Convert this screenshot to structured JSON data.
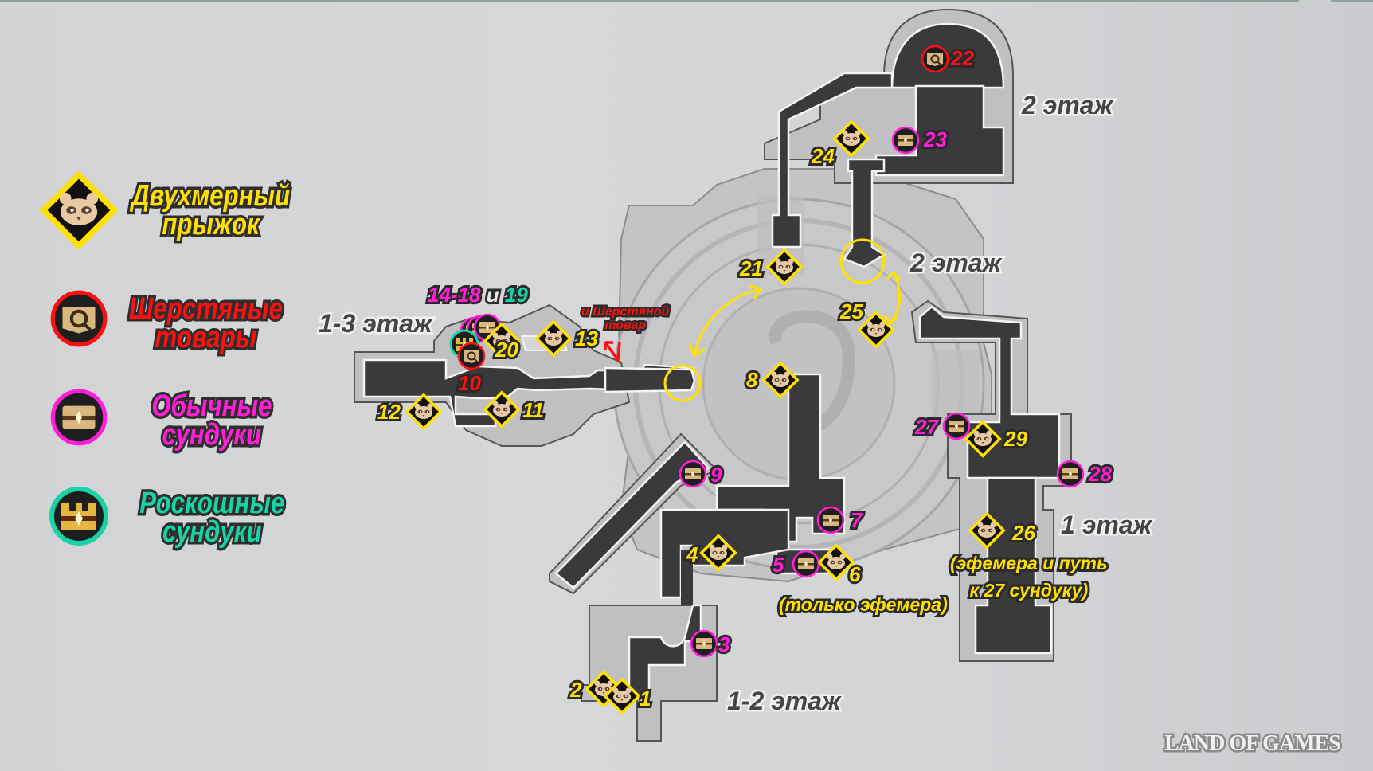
{
  "legend": {
    "items": [
      {
        "icon": "raccoon-diamond-icon",
        "label_line1": "Двухмерный",
        "label_line2": "прыжок",
        "color": "#ffe000"
      },
      {
        "icon": "wool-goods-icon",
        "label_line1": "Шерстяные",
        "label_line2": "товары",
        "color": "#ff1010"
      },
      {
        "icon": "common-chest-icon",
        "label_line1": "Обычные",
        "label_line2": "сундуки",
        "color": "#ff1fd6"
      },
      {
        "icon": "luxury-chest-icon",
        "label_line1": "Роскошные",
        "label_line2": "сундуки",
        "color": "#17d3a6"
      }
    ]
  },
  "floors": {
    "f_1_3": "1-3 этаж",
    "f_2_top": "2 этаж",
    "f_2_mid": "2 этаж",
    "f_1": "1 этаж",
    "f_1_2": "1-2 этаж"
  },
  "group_label": {
    "range": "14-18",
    "conj": "и",
    "lux": "19"
  },
  "notes": {
    "wool_note_line1": "и Шерстяной",
    "wool_note_line2": "товар",
    "only_ephemera": "(только эфемера)",
    "ephemera_path_line1": "(эфемера и путь",
    "ephemera_path_line2": "к 27 сундуку)"
  },
  "markers": {
    "m1": {
      "type": "2d-jump",
      "label": "1"
    },
    "m2": {
      "type": "2d-jump",
      "label": "2"
    },
    "m3": {
      "type": "common-chest",
      "label": "3"
    },
    "m4": {
      "type": "2d-jump",
      "label": "4"
    },
    "m5": {
      "type": "common-chest",
      "label": "5"
    },
    "m6": {
      "type": "2d-jump",
      "label": "6"
    },
    "m7": {
      "type": "common-chest",
      "label": "7"
    },
    "m8": {
      "type": "2d-jump",
      "label": "8"
    },
    "m9": {
      "type": "common-chest",
      "label": "9"
    },
    "m10": {
      "type": "wool-goods",
      "label": "10"
    },
    "m11": {
      "type": "2d-jump",
      "label": "11"
    },
    "m12": {
      "type": "2d-jump",
      "label": "12"
    },
    "m13": {
      "type": "2d-jump",
      "label": "13"
    },
    "m20": {
      "type": "2d-jump",
      "label": "20"
    },
    "m21": {
      "type": "2d-jump",
      "label": "21"
    },
    "m22": {
      "type": "wool-goods",
      "label": "22"
    },
    "m23": {
      "type": "common-chest",
      "label": "23"
    },
    "m24": {
      "type": "2d-jump",
      "label": "24"
    },
    "m25": {
      "type": "2d-jump",
      "label": "25"
    },
    "m26": {
      "type": "2d-jump",
      "label": "26"
    },
    "m27": {
      "type": "common-chest",
      "label": "27"
    },
    "m28": {
      "type": "common-chest",
      "label": "28"
    },
    "m29": {
      "type": "2d-jump",
      "label": "29"
    }
  },
  "colors": {
    "jump": "#ffe000",
    "wool": "#ff1010",
    "common_chest": "#ff1fd6",
    "luxury_chest": "#17d3a6",
    "corridor": "#3a3a3c",
    "floor_area": "#bdbdbf"
  },
  "watermark": "LAND OF GAMES"
}
